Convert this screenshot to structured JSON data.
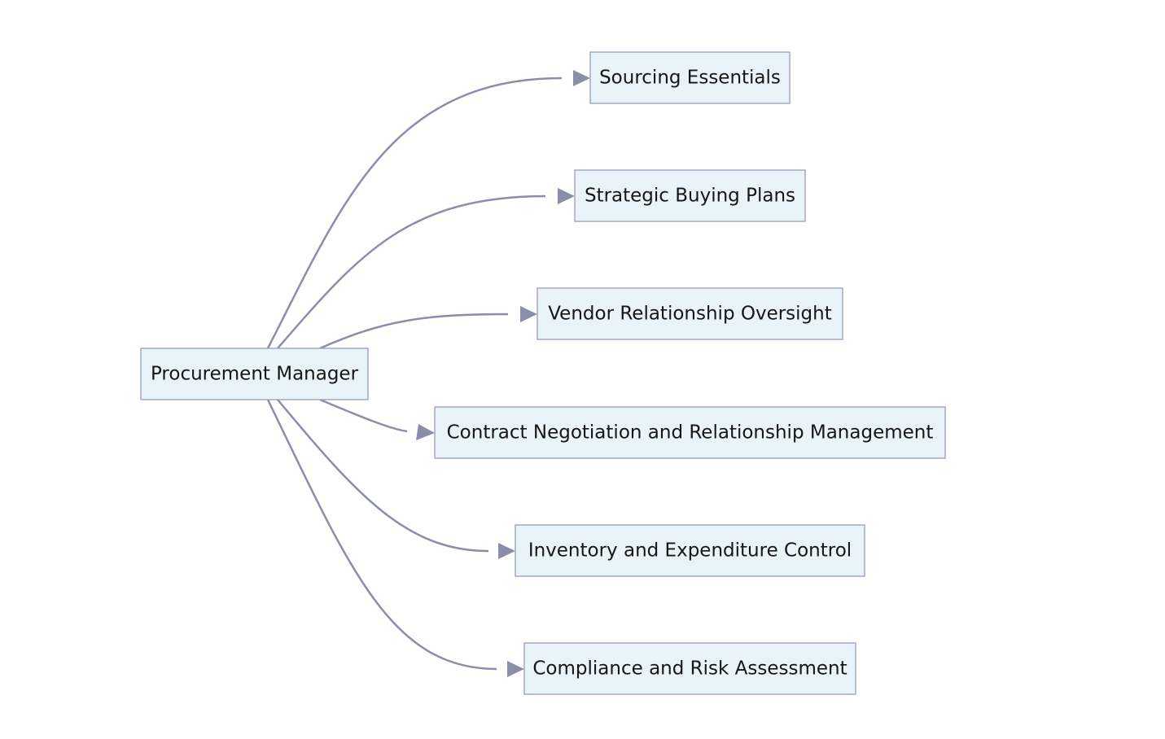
{
  "root": {
    "label": "Procurement Manager"
  },
  "children": [
    {
      "label": "Sourcing Essentials"
    },
    {
      "label": "Strategic Buying Plans"
    },
    {
      "label": "Vendor Relationship Oversight"
    },
    {
      "label": "Contract Negotiation and Relationship Management"
    },
    {
      "label": "Inventory and Expenditure Control"
    },
    {
      "label": "Compliance and Risk Assessment"
    }
  ],
  "colors": {
    "node_fill": "#e8f3fa",
    "node_stroke": "#9a9cb8",
    "edge": "#8b8ea8",
    "text": "#161616"
  }
}
